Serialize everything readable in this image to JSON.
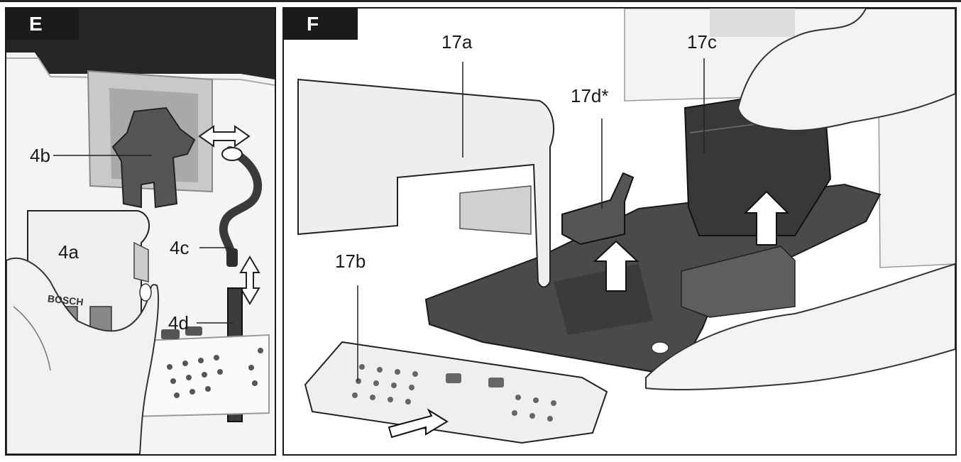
{
  "panels": {
    "e": {
      "tag": "E",
      "callouts": {
        "b4": "4b",
        "a4": "4a",
        "c4": "4c",
        "d4": "4d"
      },
      "cover_brand": "BOSCH"
    },
    "f": {
      "tag": "F",
      "callouts": {
        "a17": "17a",
        "c17": "17c",
        "d17": "17d*",
        "b17": "17b"
      }
    }
  },
  "colors": {
    "ink": "#1a1a1a",
    "dark_housing": "#2b2b2b",
    "tray_dark": "#4a4a4a",
    "light_part": "#ececec",
    "mid_grey": "#9a9a9a"
  }
}
